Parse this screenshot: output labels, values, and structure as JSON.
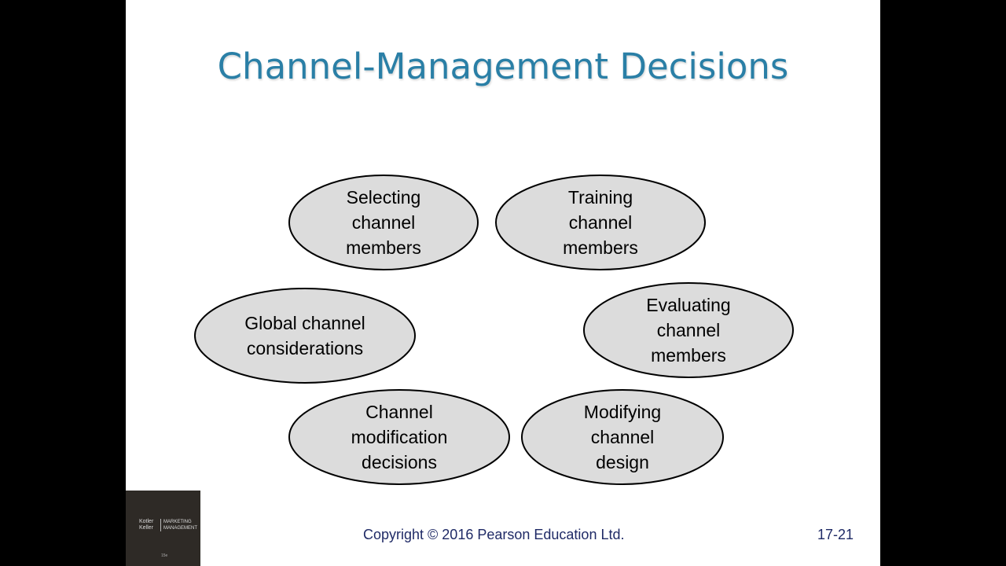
{
  "slide": {
    "title": "Channel-Management Decisions",
    "title_color": "#2a7fa6",
    "ellipses": [
      {
        "label": "Selecting\nchannel\nmembers"
      },
      {
        "label": "Training\nchannel\nmembers"
      },
      {
        "label": "Global channel\nconsiderations"
      },
      {
        "label": "Evaluating\nchannel\nmembers"
      },
      {
        "label": "Channel\nmodification\ndecisions"
      },
      {
        "label": "Modifying\nchannel\ndesign"
      }
    ],
    "ellipse_fill": "#dcdcdc",
    "copyright": "Copyright © 2016 Pearson Education Ltd.",
    "page_number": "17-21",
    "book_cover": {
      "authors": "Kotler\nKeller",
      "title": "MARKETING\nMANAGEMENT",
      "edition": "15e"
    }
  }
}
